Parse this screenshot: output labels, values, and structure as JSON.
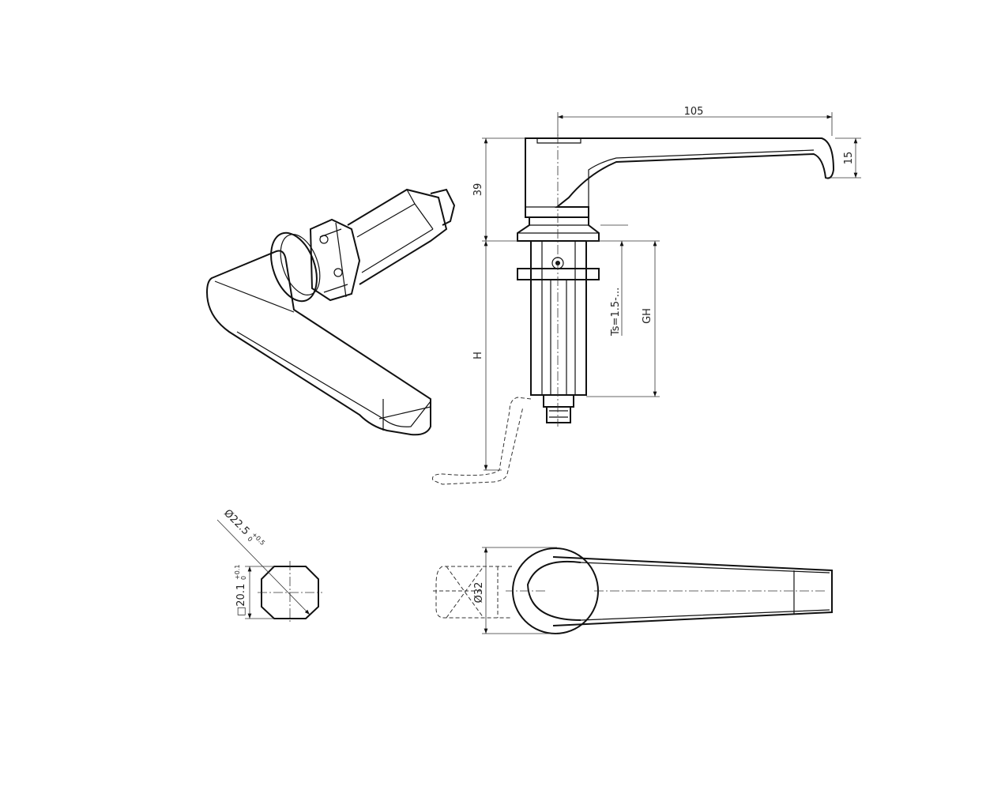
{
  "dimensions": {
    "lever_length": "105",
    "lever_height": "15",
    "head_height": "39",
    "total_height": "H",
    "grip_height": "GH",
    "door_thickness": "Ts=1.5-...",
    "square_diameter": "Ø22.5",
    "square_diameter_tol_upper": "+0.5",
    "square_diameter_tol_lower": "0",
    "square_size": "□20.1",
    "square_size_tol_upper": "+0.1",
    "square_size_tol_lower": "0",
    "rosette_diameter": "Ø32"
  }
}
